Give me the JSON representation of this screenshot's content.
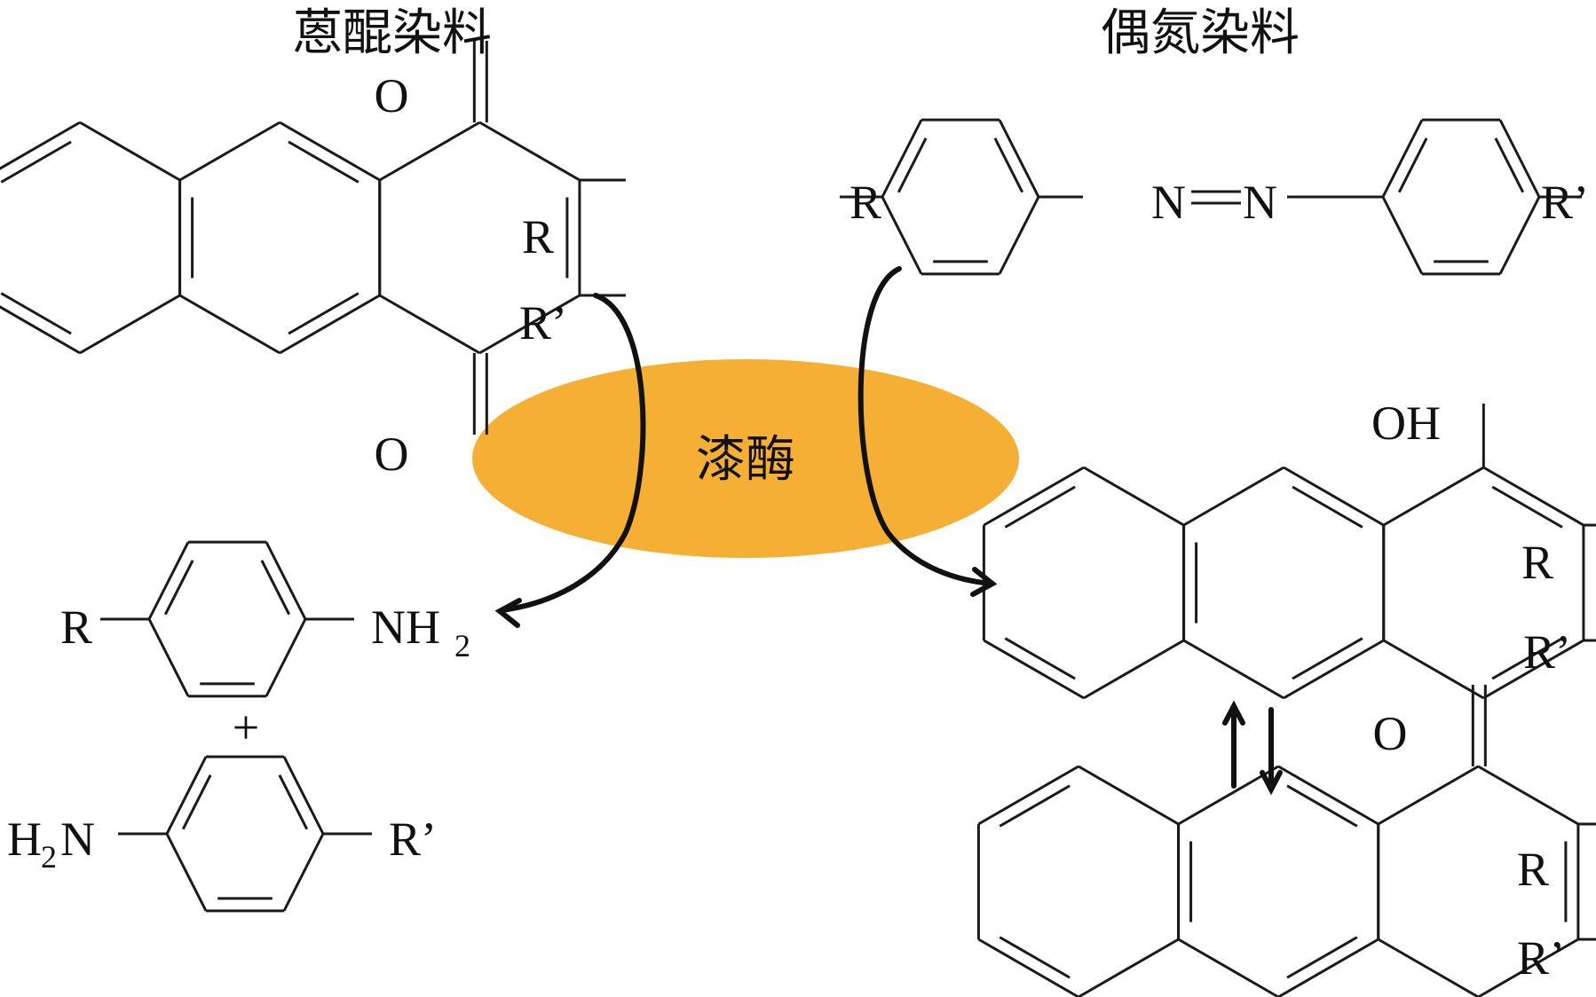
{
  "titles": {
    "anthraquinone": "蒽醌染料",
    "azo": "偶氮染料"
  },
  "enzyme": {
    "label": "漆酶",
    "color": "#F5AF34"
  },
  "labels": {
    "oxygen": "O",
    "R": "R",
    "R_prime": "R’",
    "N": "N",
    "OH": "OH",
    "NH2_main": "NH",
    "H2N_H": "H",
    "subscript_2": "2",
    "plus": "+"
  },
  "molecules": [
    {
      "name": "anthraquinone-dye",
      "substituents": [
        "O",
        "O",
        "R",
        "R’"
      ]
    },
    {
      "name": "azo-dye",
      "substituents": [
        "R",
        "N=N",
        "R’"
      ]
    },
    {
      "name": "aniline-product-1",
      "substituents": [
        "R",
        "NH2"
      ]
    },
    {
      "name": "aniline-product-2",
      "substituents": [
        "H2N",
        "R’"
      ]
    },
    {
      "name": "anthrol-product",
      "substituents": [
        "OH",
        "R",
        "R’"
      ]
    },
    {
      "name": "anthrone-product",
      "substituents": [
        "O",
        "R",
        "R’"
      ]
    }
  ],
  "equilibrium_symbol": "⇅"
}
